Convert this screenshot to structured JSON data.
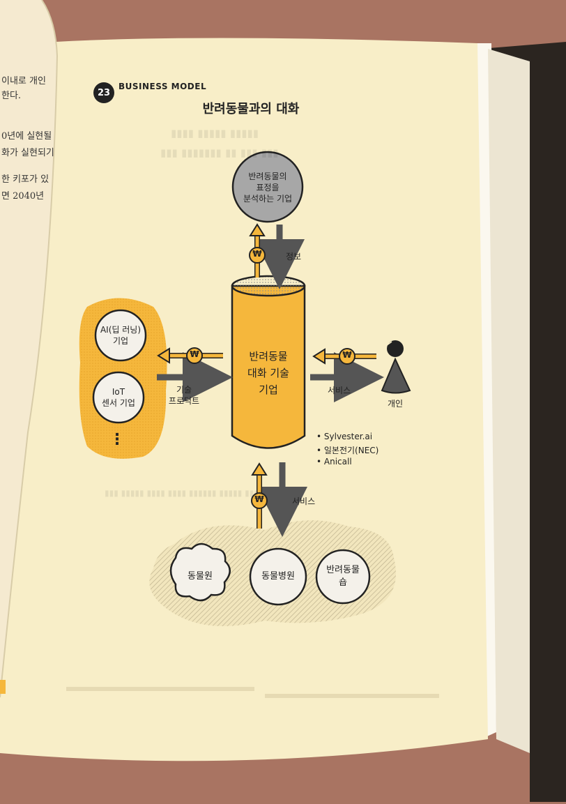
{
  "left_page": {
    "fragments": [
      "이내로 개인",
      "한다.",
      "0년에 실현될",
      "화가 실현되기",
      "한 키포가 있",
      "면 2040년"
    ]
  },
  "header": {
    "badge_number": "23",
    "section_label": "BUSINESS MODEL",
    "title": "반려동물과의 대화"
  },
  "diagram": {
    "analysis_company": [
      "반려동물의",
      "표정을",
      "분석하는 기업"
    ],
    "center_company": [
      "반려동물",
      "대화 기술",
      "기업"
    ],
    "ai_company": [
      "AI(딥 러닝)",
      "기업"
    ],
    "iot_company": [
      "IoT",
      "센서 기업"
    ],
    "ellipsis": "⋮",
    "individual": "개인",
    "info_label": "정보",
    "tech_label": [
      "기술",
      "프로덕트"
    ],
    "service_right_label": "서비스",
    "service_bottom_label": "서비스",
    "won_symbol": "₩",
    "examples": [
      "• Sylvester.ai",
      "• 일본전기(NEC)",
      "• Anicall"
    ],
    "bottom_entities": {
      "zoo": "동물원",
      "hospital": "동물병원",
      "shop": [
        "반려동물",
        "숍"
      ]
    }
  },
  "colors": {
    "accent_yellow": "#f5b73c",
    "grey_circle": "#a7a7a7",
    "dark_arrow": "#555555",
    "page_bg": "#f8eec8"
  }
}
